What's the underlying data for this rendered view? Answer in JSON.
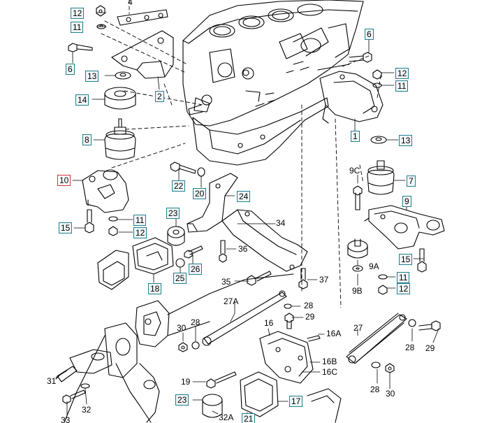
{
  "diagram": {
    "colors": {
      "line": "#000000",
      "box_border": "#1f7f8c",
      "highlight_border": "#c8323c"
    },
    "labels": [
      {
        "id": "l12a",
        "text": "12",
        "style": "boxed"
      },
      {
        "id": "l4",
        "text": "4",
        "style": "plain"
      },
      {
        "id": "l11a",
        "text": "11",
        "style": "boxed"
      },
      {
        "id": "l6a",
        "text": "6",
        "style": "boxed"
      },
      {
        "id": "l13a",
        "text": "13",
        "style": "boxed"
      },
      {
        "id": "l14",
        "text": "14",
        "style": "boxed"
      },
      {
        "id": "l2",
        "text": "2",
        "style": "boxed"
      },
      {
        "id": "l8",
        "text": "8",
        "style": "boxed"
      },
      {
        "id": "l10",
        "text": "10",
        "style": "highlight"
      },
      {
        "id": "l15a",
        "text": "15",
        "style": "boxed"
      },
      {
        "id": "l11b",
        "text": "11",
        "style": "boxed"
      },
      {
        "id": "l12b",
        "text": "12",
        "style": "boxed"
      },
      {
        "id": "l22",
        "text": "22",
        "style": "boxed"
      },
      {
        "id": "l20",
        "text": "20",
        "style": "boxed"
      },
      {
        "id": "l24",
        "text": "24",
        "style": "boxed"
      },
      {
        "id": "l23a",
        "text": "23",
        "style": "boxed"
      },
      {
        "id": "l34",
        "text": "34",
        "style": "plain"
      },
      {
        "id": "l36",
        "text": "36",
        "style": "plain"
      },
      {
        "id": "l26",
        "text": "26",
        "style": "boxed"
      },
      {
        "id": "l25",
        "text": "25",
        "style": "boxed"
      },
      {
        "id": "l18",
        "text": "18",
        "style": "boxed"
      },
      {
        "id": "l35",
        "text": "35",
        "style": "plain"
      },
      {
        "id": "l37",
        "text": "37",
        "style": "plain"
      },
      {
        "id": "l6b",
        "text": "6",
        "style": "boxed"
      },
      {
        "id": "l12c",
        "text": "12",
        "style": "boxed"
      },
      {
        "id": "l11c",
        "text": "11",
        "style": "boxed"
      },
      {
        "id": "l1",
        "text": "1",
        "style": "boxed"
      },
      {
        "id": "l13b",
        "text": "13",
        "style": "boxed"
      },
      {
        "id": "l9C",
        "text": "9C",
        "style": "plain"
      },
      {
        "id": "l7",
        "text": "7",
        "style": "boxed"
      },
      {
        "id": "l9",
        "text": "9",
        "style": "boxed"
      },
      {
        "id": "l15b",
        "text": "15",
        "style": "boxed"
      },
      {
        "id": "l9A",
        "text": "9A",
        "style": "plain"
      },
      {
        "id": "l9B",
        "text": "9B",
        "style": "plain"
      },
      {
        "id": "l11d",
        "text": "11",
        "style": "boxed"
      },
      {
        "id": "l12d",
        "text": "12",
        "style": "boxed"
      },
      {
        "id": "l27A",
        "text": "27A",
        "style": "plain"
      },
      {
        "id": "l28a",
        "text": "28",
        "style": "plain"
      },
      {
        "id": "l29a",
        "text": "29",
        "style": "plain"
      },
      {
        "id": "l30a",
        "text": "30",
        "style": "plain"
      },
      {
        "id": "l28b",
        "text": "28",
        "style": "plain"
      },
      {
        "id": "l16",
        "text": "16",
        "style": "plain"
      },
      {
        "id": "l16A",
        "text": "16A",
        "style": "plain"
      },
      {
        "id": "l16B",
        "text": "16B",
        "style": "plain"
      },
      {
        "id": "l16C",
        "text": "16C",
        "style": "plain"
      },
      {
        "id": "l27",
        "text": "27",
        "style": "plain"
      },
      {
        "id": "l28c",
        "text": "28",
        "style": "plain"
      },
      {
        "id": "l29b",
        "text": "29",
        "style": "plain"
      },
      {
        "id": "l28d",
        "text": "28",
        "style": "plain"
      },
      {
        "id": "l30b",
        "text": "30",
        "style": "plain"
      },
      {
        "id": "l31",
        "text": "31",
        "style": "plain"
      },
      {
        "id": "l32",
        "text": "32",
        "style": "plain"
      },
      {
        "id": "l33",
        "text": "33",
        "style": "plain"
      },
      {
        "id": "l19",
        "text": "19",
        "style": "plain"
      },
      {
        "id": "l23b",
        "text": "23",
        "style": "boxed"
      },
      {
        "id": "l32A",
        "text": "32A",
        "style": "plain"
      },
      {
        "id": "l21",
        "text": "21",
        "style": "boxed"
      },
      {
        "id": "l17",
        "text": "17",
        "style": "boxed"
      }
    ]
  }
}
